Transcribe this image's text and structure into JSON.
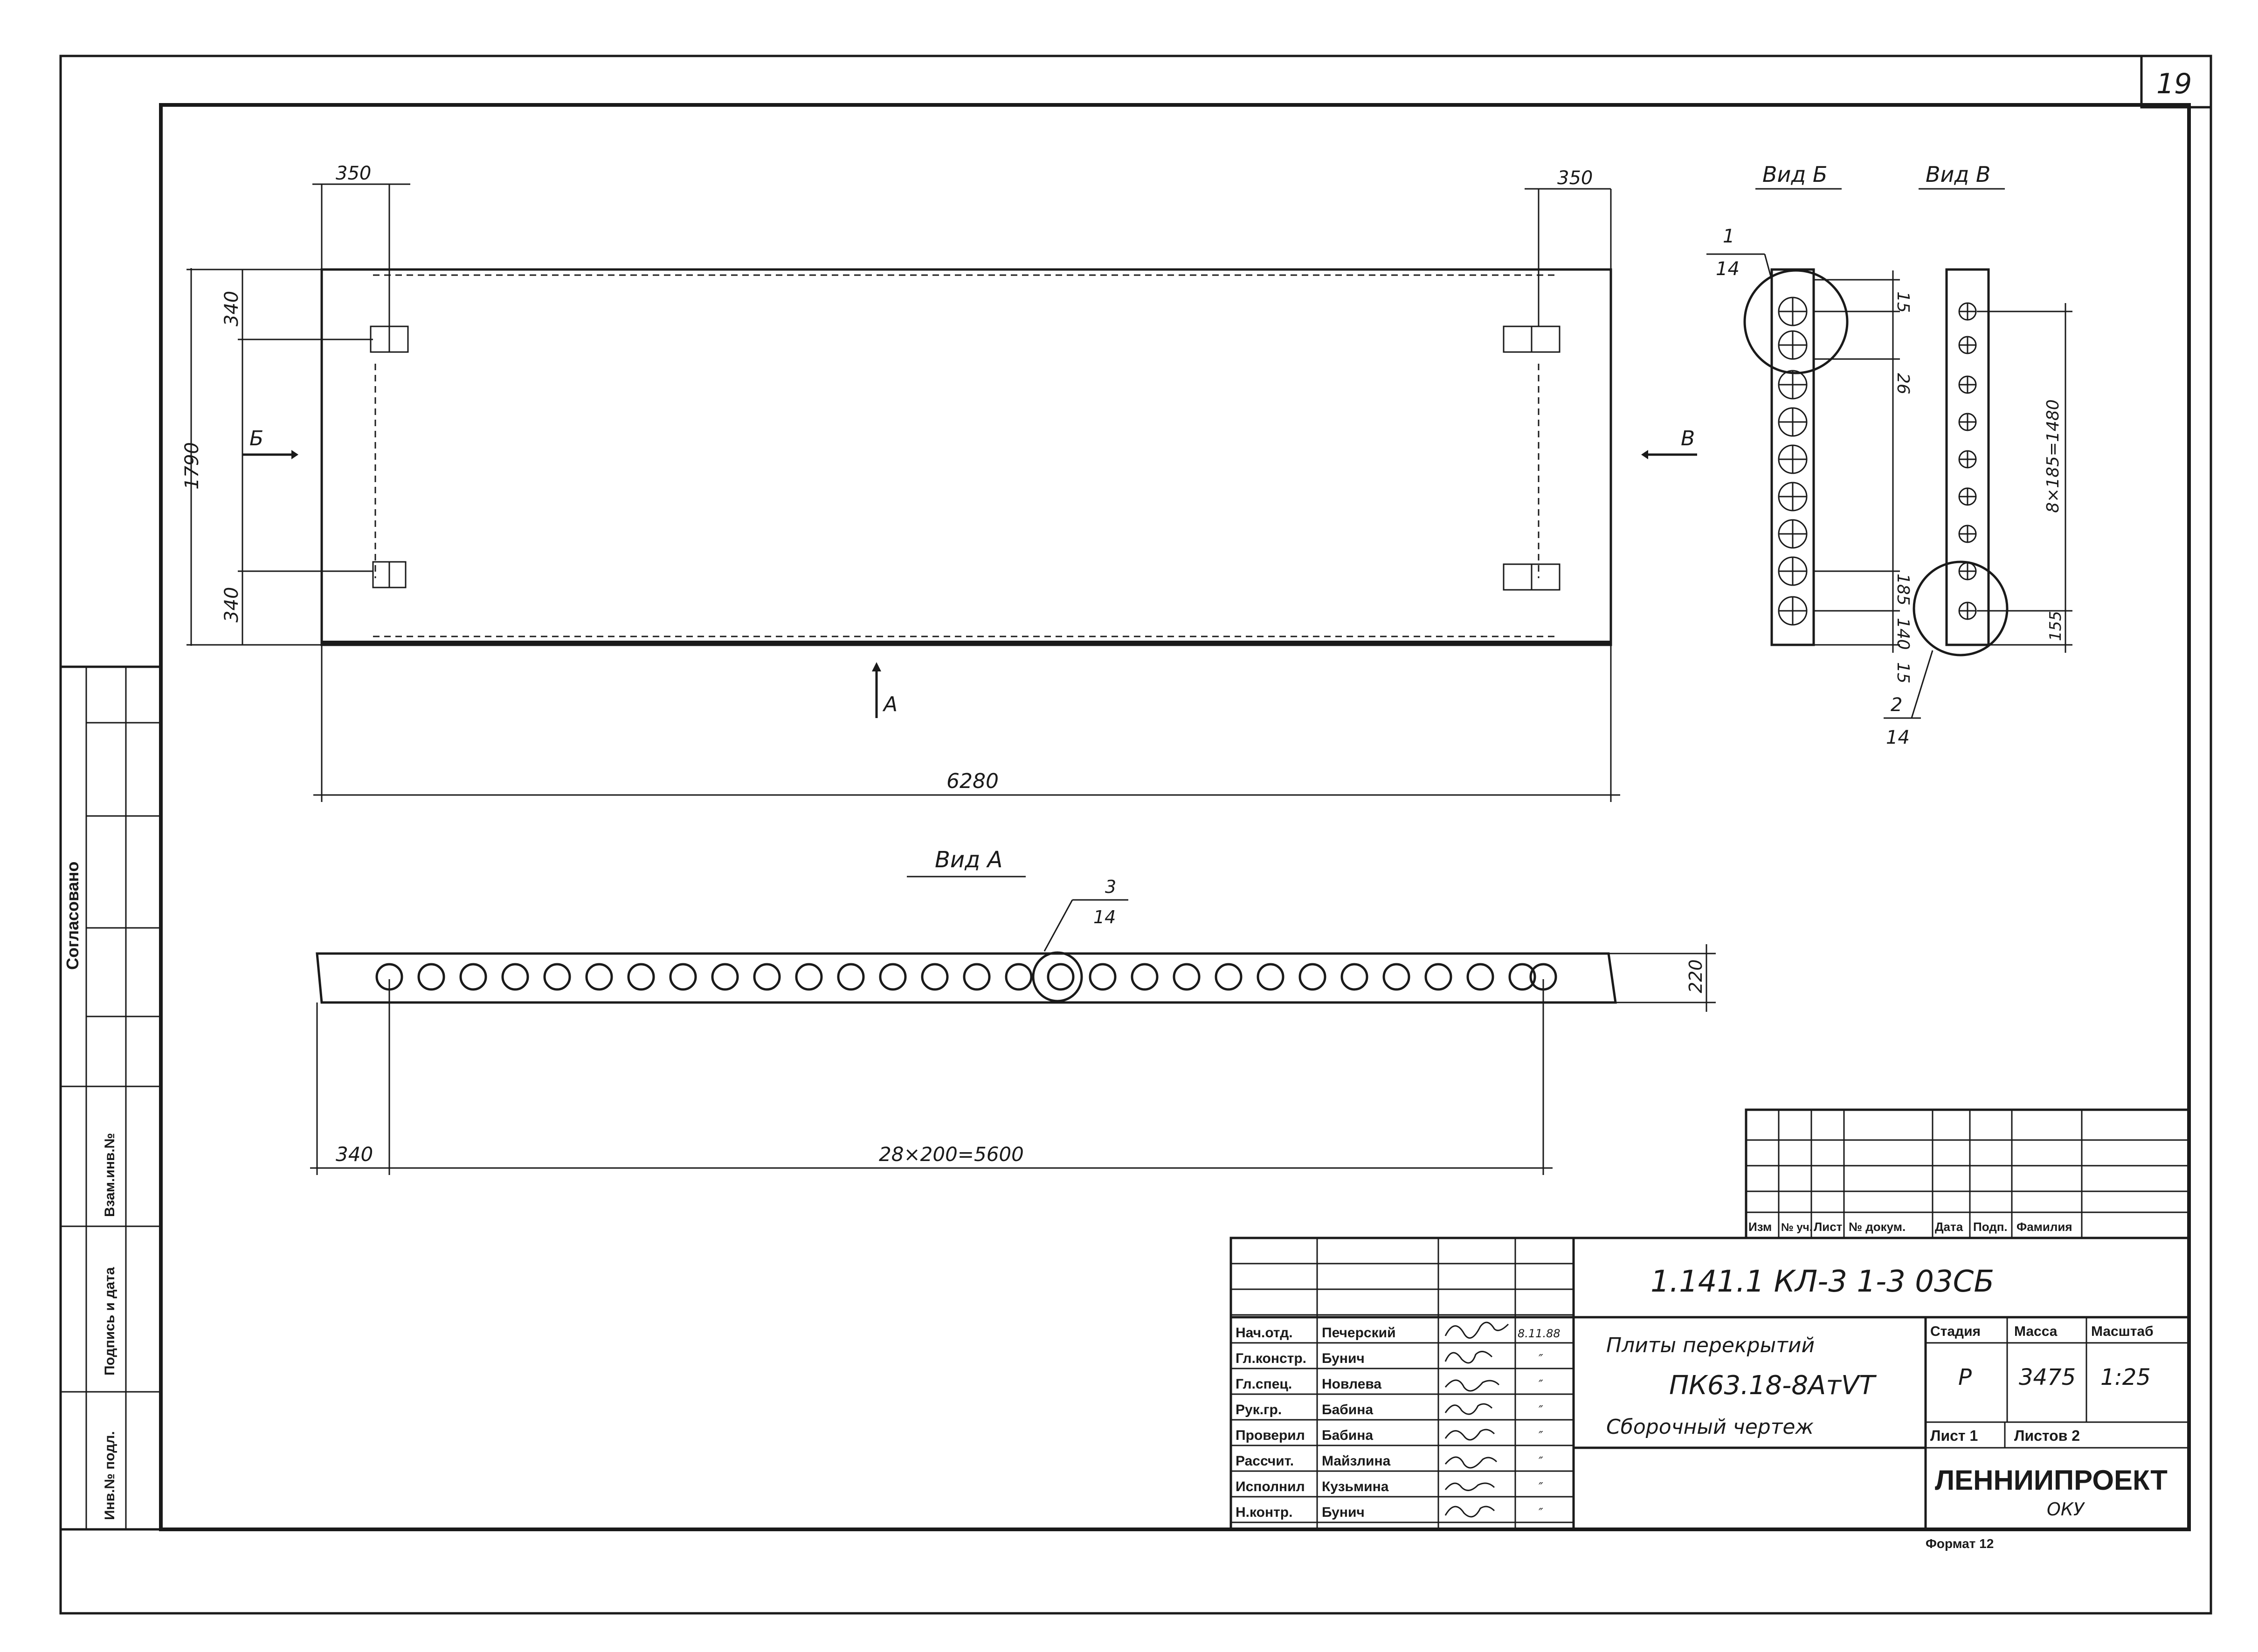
{
  "sheet_number": "19",
  "plan": {
    "dims": {
      "left_edge": "350",
      "right_edge": "350",
      "top_offset": "340",
      "bottom_offset": "340",
      "height": "1790",
      "length": "6280"
    },
    "arrow_b": "Б",
    "arrow_v": "В",
    "arrow_a": "А"
  },
  "view_b": {
    "title": "Вид Б",
    "callout_num": "1",
    "callout_den": "14",
    "dim_15_top": "15",
    "dim_26": "26",
    "dim_185": "185",
    "dim_140": "140",
    "dim_15_bottom": "15"
  },
  "view_v": {
    "title": "Вид В",
    "dim_spacing": "8×185=1480",
    "dim_155": "155",
    "callout_num": "2",
    "callout_den": "14"
  },
  "view_a": {
    "title": "Вид А",
    "callout_num": "3",
    "callout_den": "14",
    "dim_height": "220",
    "dim_edge": "340",
    "dim_pitch": "28×200=5600"
  },
  "side_stamp": {
    "agreed": "Согласовано",
    "cells": [
      "Взам.инв.№",
      "Подпись и дата",
      "Инв.№ подл."
    ]
  },
  "title_block": {
    "rev_headers": [
      "Изм",
      "№ уч.",
      "Лист",
      "№ докум.",
      "Дата",
      "Подп.",
      "Фамилия"
    ],
    "doc_code": "1.141.1 КЛ-3    1-3    03СБ",
    "roles": [
      {
        "role": "Нач.отд.",
        "name": "Печерский",
        "date": "8.11.88"
      },
      {
        "role": "Гл.констр.",
        "name": "Бунич",
        "date": "″"
      },
      {
        "role": "Гл.спец.",
        "name": "Новлева",
        "date": "″"
      },
      {
        "role": "Рук.гр.",
        "name": "Бабина",
        "date": "″"
      },
      {
        "role": "Проверил",
        "name": "Бабина",
        "date": "″"
      },
      {
        "role": "Рассчит.",
        "name": "Майзлина",
        "date": "″"
      },
      {
        "role": "Исполнил",
        "name": "Кузьмина",
        "date": "″"
      },
      {
        "role": "Н.контр.",
        "name": "Бунич",
        "date": "″"
      }
    ],
    "title_line1": "Плиты перекрытий",
    "title_line2": "ПК63.18-8АтVТ",
    "title_line3": "Сборочный чертеж",
    "stage_label": "Стадия",
    "mass_label": "Масса",
    "scale_label": "Масштаб",
    "stage": "Р",
    "mass": "3475",
    "scale": "1:25",
    "sheet_label": "Лист 1",
    "sheets_label": "Листов 2",
    "org": "ЛЕННИИПРОЕКТ",
    "org_dept": "ОКУ",
    "format": "Формат 12"
  }
}
